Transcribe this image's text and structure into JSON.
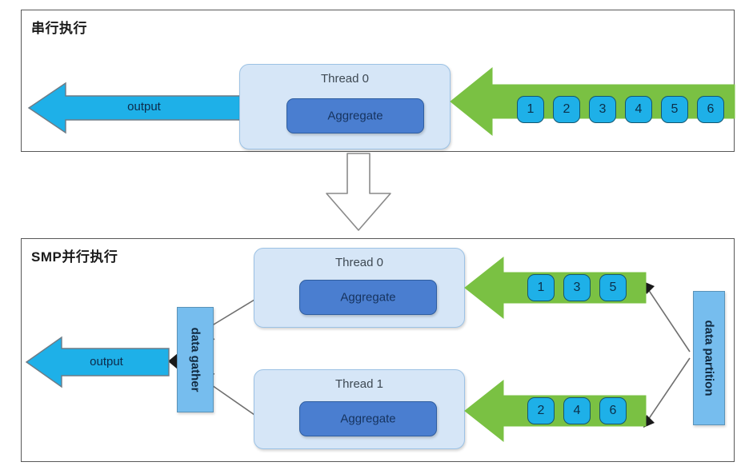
{
  "diagram": {
    "title_serial": "串行执行",
    "title_parallel": "SMP并行执行",
    "colors": {
      "panel_border": "#585858",
      "thread_fill": "#d6e6f7",
      "thread_border": "#9cc2e5",
      "aggregate_fill": "#4a7ed0",
      "aggregate_border": "#2f5ea0",
      "input_arrow_green": "#7ac143",
      "output_arrow_cyan": "#1eb0e8",
      "data_circle_fill": "#1eb0e8",
      "vbox_fill": "#76bdee",
      "transition_arrow_outline": "#8a8a8a"
    }
  },
  "serial": {
    "panel_title": "串行执行",
    "thread": {
      "label": "Thread 0",
      "task": "Aggregate"
    },
    "output_arrow": {
      "label": "output",
      "direction": "left"
    },
    "input_arrow": {
      "direction": "left",
      "items": [
        "1",
        "2",
        "3",
        "4",
        "5",
        "6"
      ]
    }
  },
  "transition": {
    "icon": "down-arrow-icon",
    "direction": "down"
  },
  "parallel": {
    "panel_title": "SMP并行执行",
    "threads": [
      {
        "label": "Thread 0",
        "task": "Aggregate",
        "items": [
          "1",
          "3",
          "5"
        ]
      },
      {
        "label": "Thread 1",
        "task": "Aggregate",
        "items": [
          "2",
          "4",
          "6"
        ]
      }
    ],
    "output_arrow": {
      "label": "output",
      "direction": "left"
    },
    "gather_box": {
      "label": "data gather"
    },
    "partition_box": {
      "label": "data partition"
    }
  }
}
